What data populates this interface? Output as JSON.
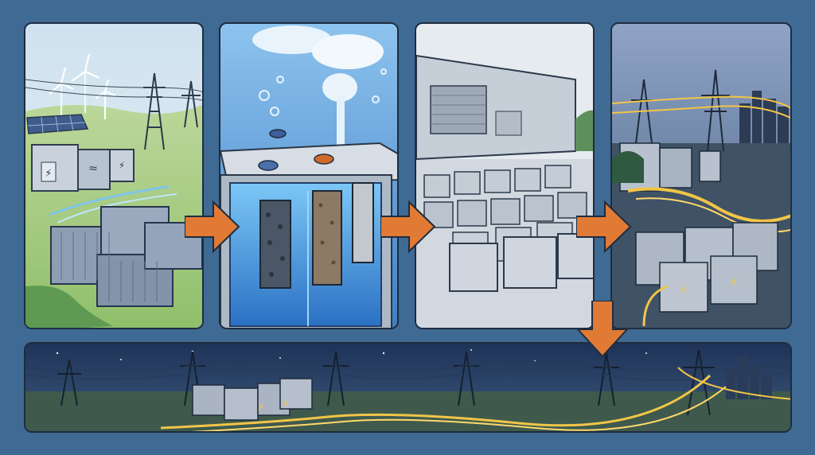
{
  "diagram": {
    "kind": "four-stage battery energy storage illustration with overnight discharge strip",
    "panels": [
      {
        "id": "renewable-generation",
        "icons": [
          "wind-turbine-icon",
          "solar-panel-icon",
          "transmission-tower-icon",
          "inverter-icon"
        ]
      },
      {
        "id": "electrochemical-storage",
        "icons": [
          "battery-cell-icon",
          "electrode-icon",
          "gas-bubbles-icon"
        ]
      },
      {
        "id": "battery-warehouse",
        "icons": [
          "warehouse-icon",
          "battery-module-icon"
        ]
      },
      {
        "id": "grid-discharge",
        "icons": [
          "transmission-tower-icon",
          "city-skyline-icon",
          "lightning-bolt-icon"
        ]
      },
      {
        "id": "night-distribution",
        "icons": [
          "transmission-tower-icon",
          "battery-module-icon",
          "city-skyline-icon",
          "stars-icon"
        ]
      }
    ],
    "flow_arrows": [
      "right",
      "right",
      "right",
      "down"
    ],
    "colors": {
      "background": "#3f6a93",
      "panel_border": "#1f2c3f",
      "arrow": "#e07a35",
      "energy_glow": "#f2c548",
      "electrolyte_glow": "#5fb6f2",
      "night_sky": "#1f3358"
    }
  }
}
